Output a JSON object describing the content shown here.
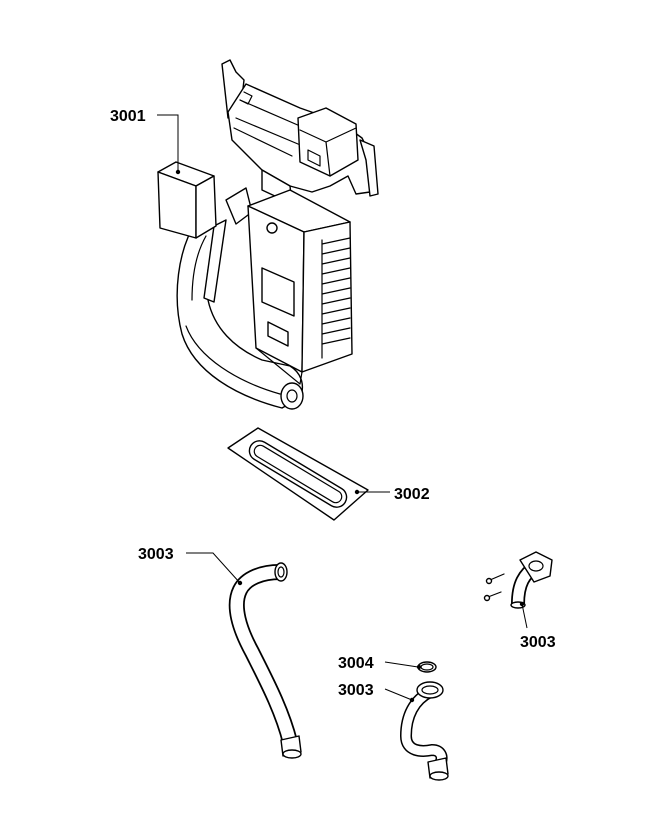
{
  "callouts": {
    "part_3001": "3001",
    "part_3002": "3002",
    "hose_left": "3003",
    "elbow_right": "3003",
    "ring": "3004",
    "pipe_bottom": "3003"
  },
  "colors": {
    "line": "#000000",
    "background": "#ffffff"
  }
}
